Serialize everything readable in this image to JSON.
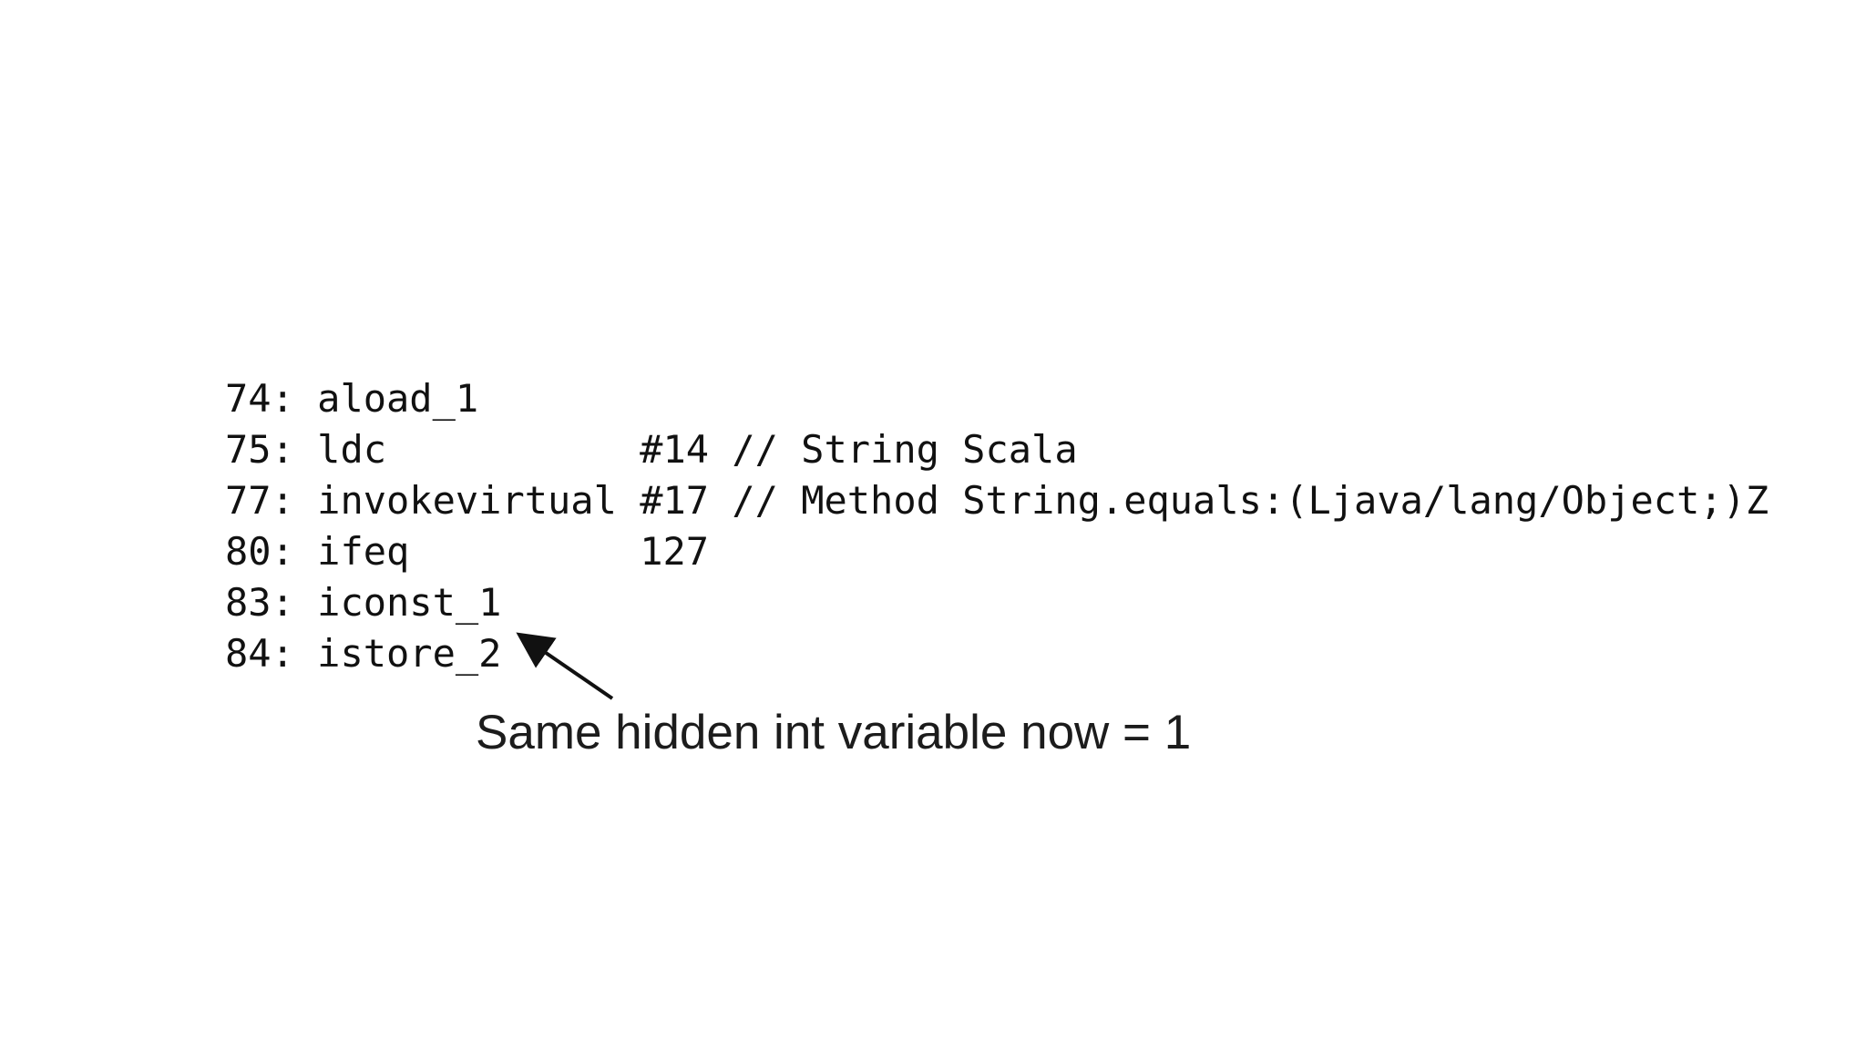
{
  "code_lines": [
    {
      "addr": "74:",
      "op": "aload_1",
      "arg": ""
    },
    {
      "addr": "75:",
      "op": "ldc",
      "arg": "#14 // String Scala"
    },
    {
      "addr": "77:",
      "op": "invokevirtual",
      "arg": "#17 // Method String.equals:(Ljava/lang/Object;)Z"
    },
    {
      "addr": "80:",
      "op": "ifeq",
      "arg": "127"
    },
    {
      "addr": "83:",
      "op": "iconst_1",
      "arg": ""
    },
    {
      "addr": "84:",
      "op": "istore_2",
      "arg": ""
    }
  ],
  "annotation": {
    "text": "Same hidden int variable now = 1"
  },
  "colors": {
    "background": "#ffffff",
    "text": "#111111",
    "arrow": "#111111"
  }
}
